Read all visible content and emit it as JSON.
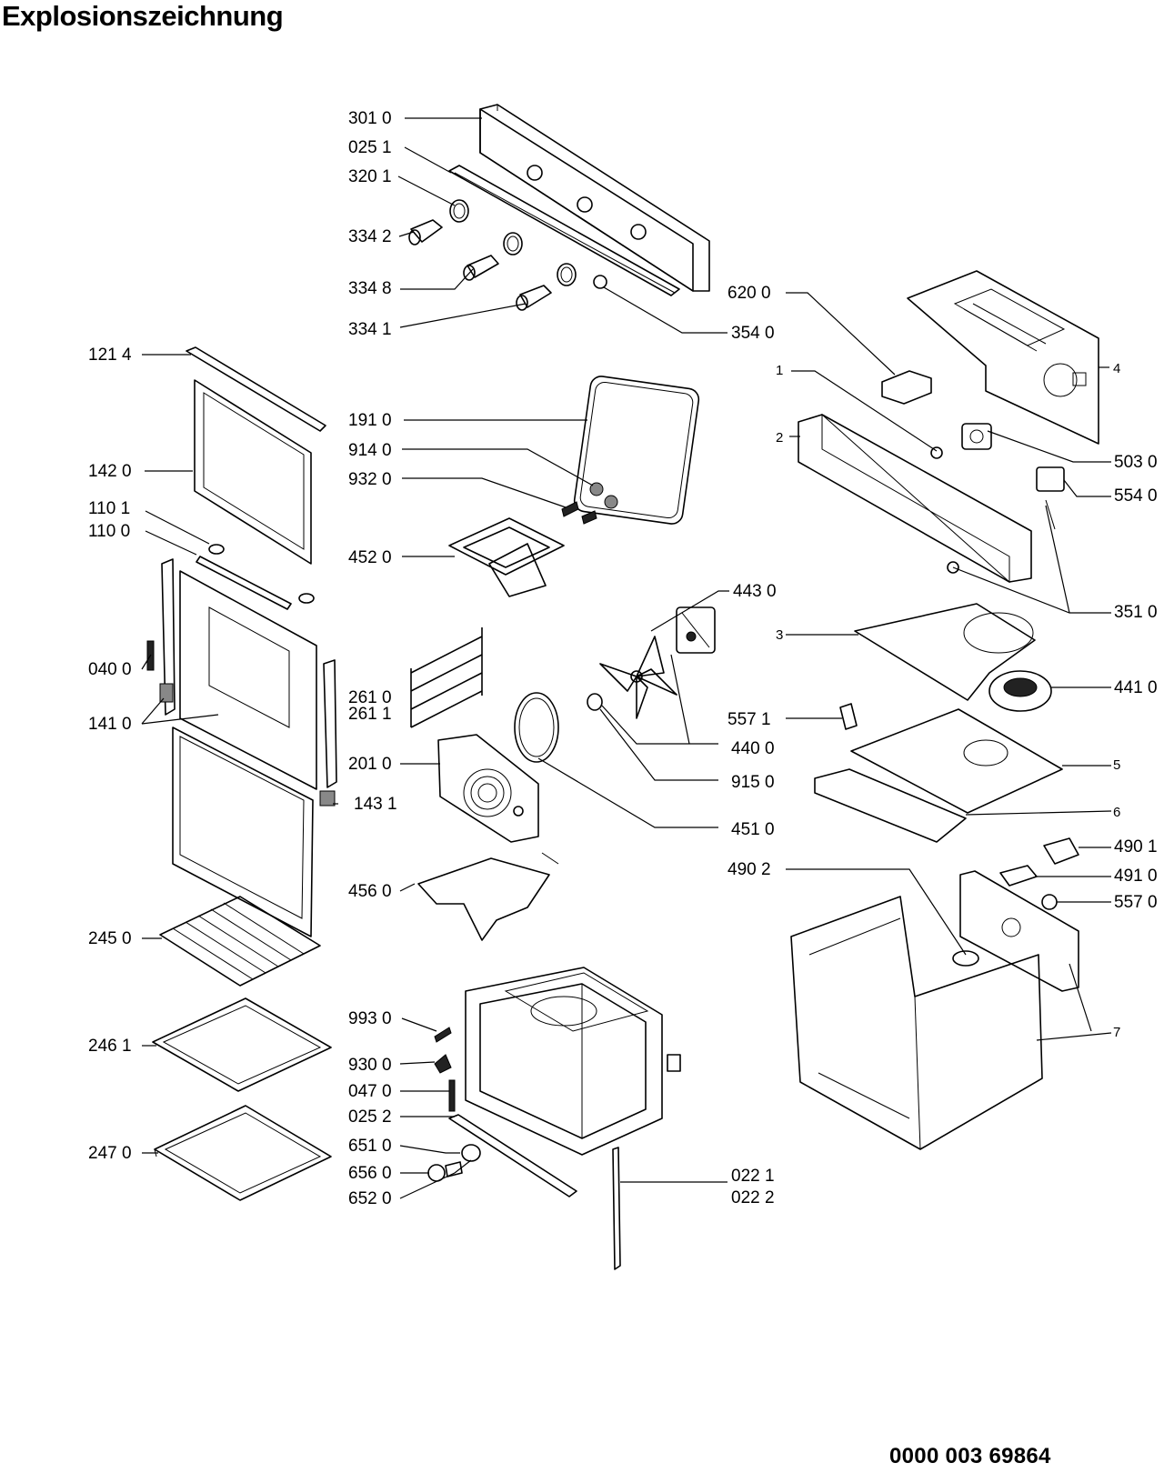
{
  "title": "Explosionszeichnung",
  "document_number": "0000 003 69864",
  "labels": [
    {
      "id": "p3010",
      "text": "301 0"
    },
    {
      "id": "p0251",
      "text": "025 1"
    },
    {
      "id": "p3201",
      "text": "320 1"
    },
    {
      "id": "p3342",
      "text": "334 2"
    },
    {
      "id": "p3348",
      "text": "334 8"
    },
    {
      "id": "p3341",
      "text": "334 1"
    },
    {
      "id": "p3540",
      "text": "354 0"
    },
    {
      "id": "p6200",
      "text": "620 0"
    },
    {
      "id": "p1214",
      "text": "121 4"
    },
    {
      "id": "p1910",
      "text": "191 0"
    },
    {
      "id": "p9140",
      "text": "914 0"
    },
    {
      "id": "p9320",
      "text": "932 0"
    },
    {
      "id": "p1420",
      "text": "142 0"
    },
    {
      "id": "p1101",
      "text": "110 1"
    },
    {
      "id": "p1100",
      "text": "110 0"
    },
    {
      "id": "p4520",
      "text": "452 0"
    },
    {
      "id": "p4430",
      "text": "443 0"
    },
    {
      "id": "p0400",
      "text": "040 0"
    },
    {
      "id": "p1410",
      "text": "141 0"
    },
    {
      "id": "p2610",
      "text": "261 0"
    },
    {
      "id": "p2611",
      "text": "261 1"
    },
    {
      "id": "p2010",
      "text": "201 0"
    },
    {
      "id": "p1431",
      "text": "143 1"
    },
    {
      "id": "p4400",
      "text": "440 0"
    },
    {
      "id": "p9150",
      "text": "915 0"
    },
    {
      "id": "p4510",
      "text": "451 0"
    },
    {
      "id": "p4560",
      "text": "456 0"
    },
    {
      "id": "p2450",
      "text": "245 0"
    },
    {
      "id": "p2461",
      "text": "246 1"
    },
    {
      "id": "p2470",
      "text": "247 0"
    },
    {
      "id": "p9930",
      "text": "993 0"
    },
    {
      "id": "p9300",
      "text": "930 0"
    },
    {
      "id": "p0470",
      "text": "047 0"
    },
    {
      "id": "p0252",
      "text": "025 2"
    },
    {
      "id": "p6510",
      "text": "651 0"
    },
    {
      "id": "p6560",
      "text": "656 0"
    },
    {
      "id": "p6520",
      "text": "652 0"
    },
    {
      "id": "p0221",
      "text": "022 1"
    },
    {
      "id": "p0222",
      "text": "022 2"
    },
    {
      "id": "p1",
      "text": "1"
    },
    {
      "id": "p2",
      "text": "2"
    },
    {
      "id": "p3",
      "text": "3"
    },
    {
      "id": "p4",
      "text": "4"
    },
    {
      "id": "p5",
      "text": "5"
    },
    {
      "id": "p6",
      "text": "6"
    },
    {
      "id": "p7",
      "text": "7"
    },
    {
      "id": "p5030",
      "text": "503 0"
    },
    {
      "id": "p5540",
      "text": "554 0"
    },
    {
      "id": "p3510",
      "text": "351 0"
    },
    {
      "id": "p4410",
      "text": "441 0"
    },
    {
      "id": "p5571",
      "text": "557 1"
    },
    {
      "id": "p4901",
      "text": "490 1"
    },
    {
      "id": "p4902",
      "text": "490 2"
    },
    {
      "id": "p4910",
      "text": "491 0"
    },
    {
      "id": "p5570",
      "text": "557 0"
    }
  ]
}
